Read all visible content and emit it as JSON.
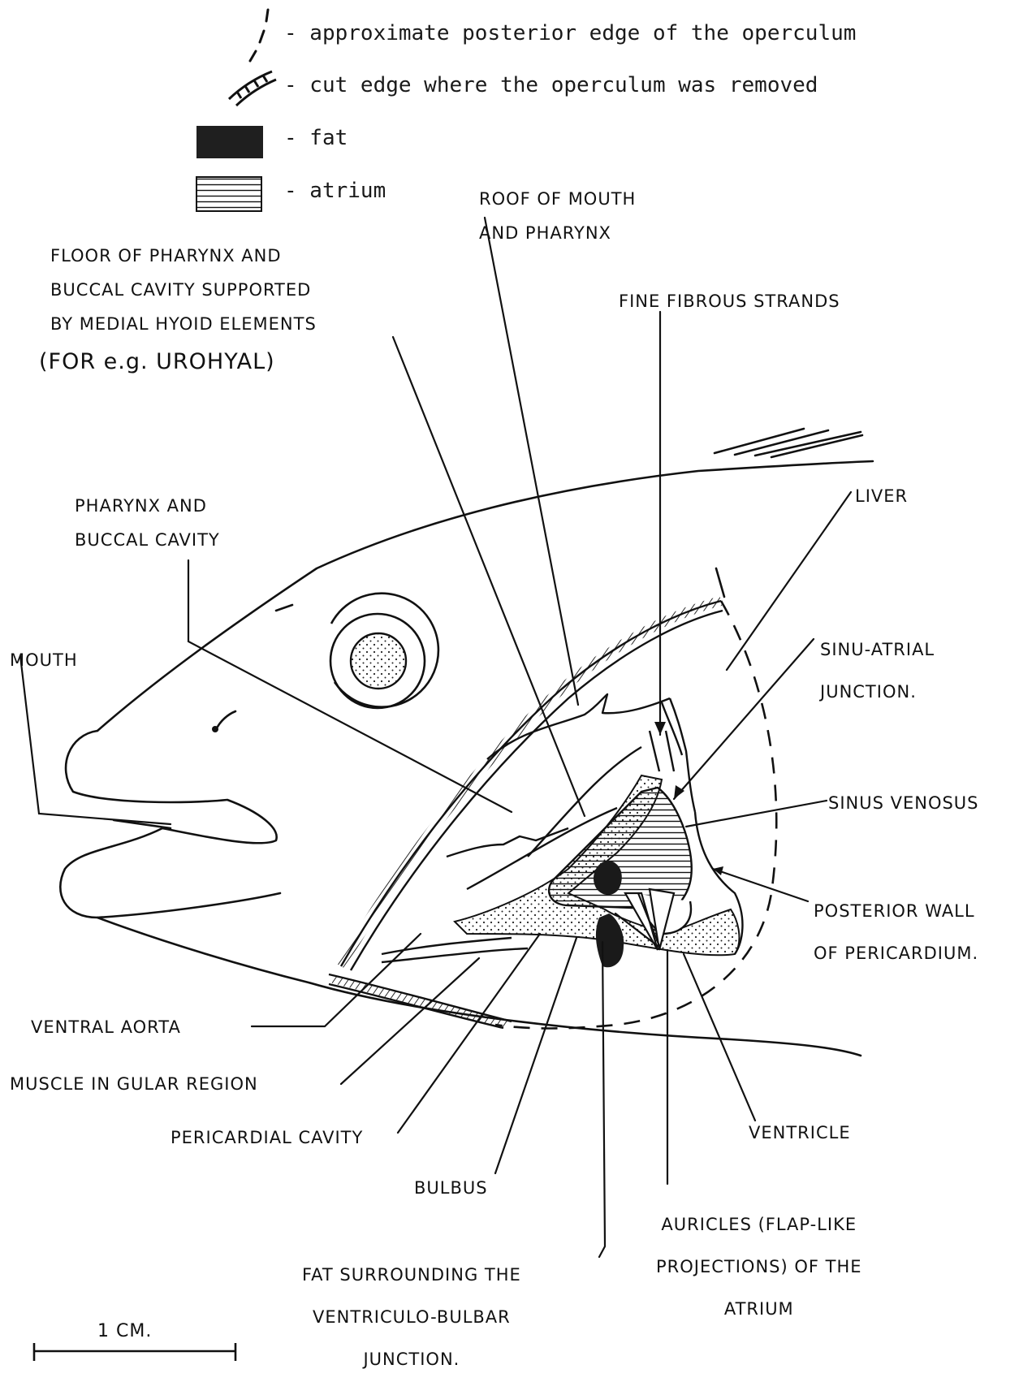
{
  "legend": {
    "operculum_edge": "- approximate posterior edge of the operculum",
    "cut_edge": "- cut edge where the operculum was removed",
    "fat": "- fat",
    "atrium": "- atrium"
  },
  "labels": {
    "roof_of_mouth": "ROOF OF MOUTH\nAND PHARYNX",
    "floor_of_pharynx": "FLOOR OF PHARYNX AND\nBUCCAL CAVITY SUPPORTED\nBY MEDIAL HYOID ELEMENTS",
    "floor_example": "(FOR e.g. UROHYAL)",
    "fine_fibrous": "FINE FIBROUS STRANDS",
    "pharynx_buccal": "PHARYNX AND\nBUCCAL CAVITY",
    "liver": "LIVER",
    "mouth": "MOUTH",
    "sinu_atrial": "SINU-ATRIAL\nJUNCTION.",
    "sinus_venosus": "SINUS VENOSUS",
    "posterior_wall": "POSTERIOR WALL\nOF PERICARDIUM.",
    "ventral_aorta": "VENTRAL AORTA",
    "muscle_gular": "MUSCLE IN GULAR REGION",
    "pericardial_cavity": "PERICARDIAL CAVITY",
    "ventricle": "VENTRICLE",
    "bulbus": "BULBUS",
    "auricles": "AURICLES (FLAP-LIKE\nPROJECTIONS) OF THE\nATRIUM",
    "fat_surrounding": "FAT SURROUNDING THE\nVENTRICULO-BULBAR\nJUNCTION.",
    "scale": "1 CM."
  },
  "colors": {
    "ink": "#111111",
    "fat": "#1a1a1a",
    "stipple": "#333333"
  }
}
